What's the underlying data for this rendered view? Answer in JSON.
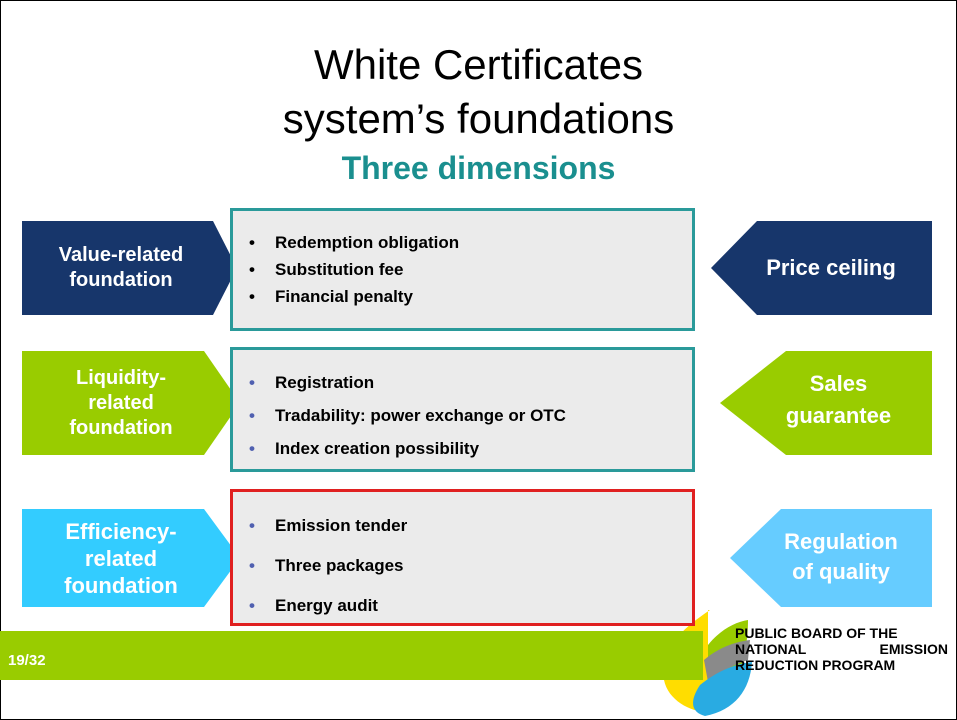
{
  "title_line1": "White Certificates",
  "title_line2": "system’s foundations",
  "subtitle": "Three dimensions",
  "rows": [
    {
      "left": "Value-related foundation",
      "left_lines": [
        "Value-related",
        "foundation"
      ],
      "items": [
        "Redemption obligation",
        "Substitution fee",
        "Financial penalty"
      ],
      "right_lines": [
        "Price ceiling"
      ]
    },
    {
      "left_lines": [
        "Liquidity-",
        "related",
        "foundation"
      ],
      "items": [
        "Registration",
        "Tradability: power exchange or OTC",
        "Index creation possibility"
      ],
      "right_lines": [
        "Sales",
        "guarantee"
      ]
    },
    {
      "left_lines": [
        "Efficiency-",
        "related",
        "foundation"
      ],
      "items": [
        "Emission tender",
        "Three packages",
        "Energy audit"
      ],
      "right_lines": [
        "Regulation",
        "of quality"
      ]
    }
  ],
  "footer": {
    "page": "19/32",
    "org_line1": "PUBLIC BOARD OF THE",
    "org_line2_a": "NATIONAL",
    "org_line2_b": "EMISSION",
    "org_line3": "REDUCTION PROGRAM"
  },
  "colors": {
    "row1_arrow": "#17366b",
    "row2_arrow": "#99cc00",
    "row3_arrow": "#33ccff",
    "box_border_teal": "#2a9a9a",
    "box_border_red": "#e02020",
    "subtitle": "#1a8f8f"
  }
}
